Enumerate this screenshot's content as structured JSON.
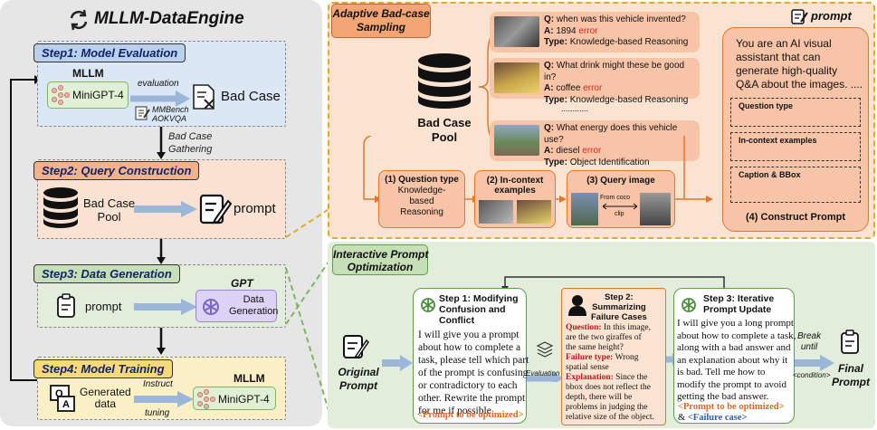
{
  "title": "MLLM-DataEngine",
  "step1": {
    "label": "Step1: Model Evaluation",
    "model_caption": "MLLM",
    "model": "MiniGPT-4",
    "arrow": "evaluation",
    "bench": "MMBench\nAOKVQA",
    "result": "Bad Case"
  },
  "gathering": "Bad Case\nGathering",
  "step2": {
    "label": "Step2: Query Construction",
    "pool": "Bad Case\nPool",
    "prompt": "prompt"
  },
  "step3": {
    "label": "Step3: Data Generation",
    "prompt": "prompt",
    "gpt": "GPT",
    "gen": "Data\nGeneration"
  },
  "step4": {
    "label": "Step4: Model Training",
    "data": "Generated\ndata",
    "instruct": "Instruct",
    "tuning": "tuning",
    "model_caption": "MLLM",
    "model": "MiniGPT-4"
  },
  "adaptive": {
    "title": "Adaptive Bad-case\nSampling",
    "pool": "Bad Case\nPool",
    "qa": [
      {
        "q": "when was this vehicle invented?",
        "a": "1894",
        "type": "Knowledge-based Reasoning"
      },
      {
        "q": "What drink might these be good in?",
        "a": "coffee",
        "type": "Knowledge-based Reasoning"
      },
      {
        "q": "What energy does this vehicle use?",
        "a": "diesel",
        "type": "Object Identification"
      }
    ],
    "q_label": "Q:",
    "a_label": "A:",
    "type_label": "Type:",
    "err": "error",
    "dots": "............",
    "qtype_title": "(1) Question type",
    "qtype_val": "Knowledge-\nbased\nReasoning",
    "incontext_title": "(2) In-context\nexamples",
    "query_title": "(3) Query image",
    "from": "From coco",
    "clip": "clip",
    "prompt_title": "prompt",
    "prompt_text": "You are an AI visual\nassistant that can\ngenerate high-quality\nQ&A about the images. ....",
    "slots": [
      "Question type",
      "In-context examples",
      "Caption & BBox"
    ],
    "construct": "(4) Construct Prompt"
  },
  "interactive": {
    "title": "Interactive Prompt\nOptimization",
    "original": "Original\nPrompt",
    "evaluation": "Evaluation",
    "s1_title": "Step 1: Modifying\nConfusion and\nConflict",
    "s1_body": "I will give you a prompt\nabout how to complete a\ntask, please tell which part\nof the prompt is confusing\nor contradictory to each\nother. Rewrite the prompt\nfor me if possible.",
    "s1_tail": "<Prompt to be optimized>",
    "s2_title": "Step 2:\nSummarizing\nFailure Cases",
    "s2_q_label": "Question:",
    "s2_q": "In this image,\nare the two giraffes of\nthe same height?",
    "s2_f_label": "Failure type:",
    "s2_f": "Wrong\nspatial sense",
    "s2_e_label": "Explanation:",
    "s2_e": "Since the\nbbox does not reflect the\ndepth, there will be\nproblems in judging the\nrelative size of the object.",
    "s3_title": "Step 3: Iterative\nPrompt Update",
    "s3_body": "I will give you a long prompt\nabout how to complete a task,\nalong with a bad answer and\nan explanation about why it\nis bad. Tell me how to\nmodify the prompt to avoid\ngetting the bad answer.",
    "s3_tail1": "<Prompt to be optimized>",
    "s3_amp": "&",
    "s3_tail2": "<Failure case>",
    "break": "Break\nuntil",
    "condition": "<condition>",
    "final": "Final\nPrompt"
  }
}
